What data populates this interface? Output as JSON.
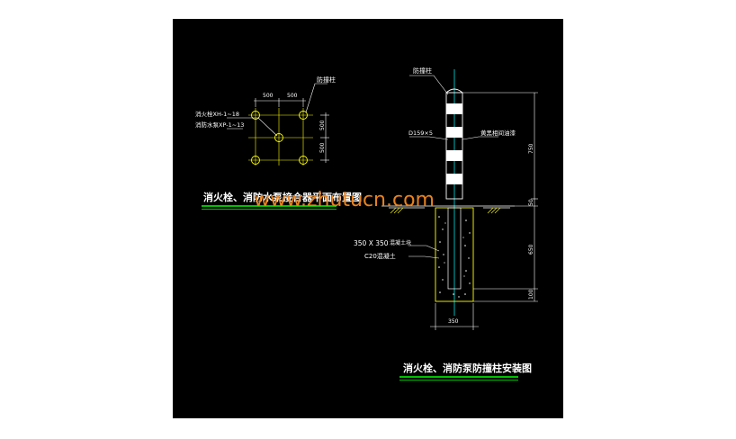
{
  "plan": {
    "label_bollard": "防撞柱",
    "label_hydrant": "消火栓XH-1~18",
    "label_pump": "消防水泵XP-1~13",
    "dim_top_left": "500",
    "dim_top_right": "500",
    "dim_right_upper": "500",
    "dim_right_lower": "500",
    "title": "消火栓、消防水泵接合器平面布置图"
  },
  "section": {
    "label_bollard": "防撞柱",
    "label_pipe": "D159×5",
    "label_paint": "黄黑相间油漆",
    "label_foundation_size": "350 X 350",
    "label_foundation_note": "混凝土块",
    "label_concrete": "C20混凝土",
    "dim_750": "750",
    "dim_50": "50",
    "dim_650": "650",
    "dim_100": "100",
    "dim_350": "350",
    "title": "消火栓、消防泵防撞柱安装图"
  },
  "watermark": "www.zhutucn.com",
  "colors": {
    "background": "#000000",
    "line_white": "#ffffff",
    "line_yellow": "#ffff00",
    "line_cyan": "#00ffff",
    "underline_green": "#00c000",
    "watermark": "#e8821f"
  }
}
